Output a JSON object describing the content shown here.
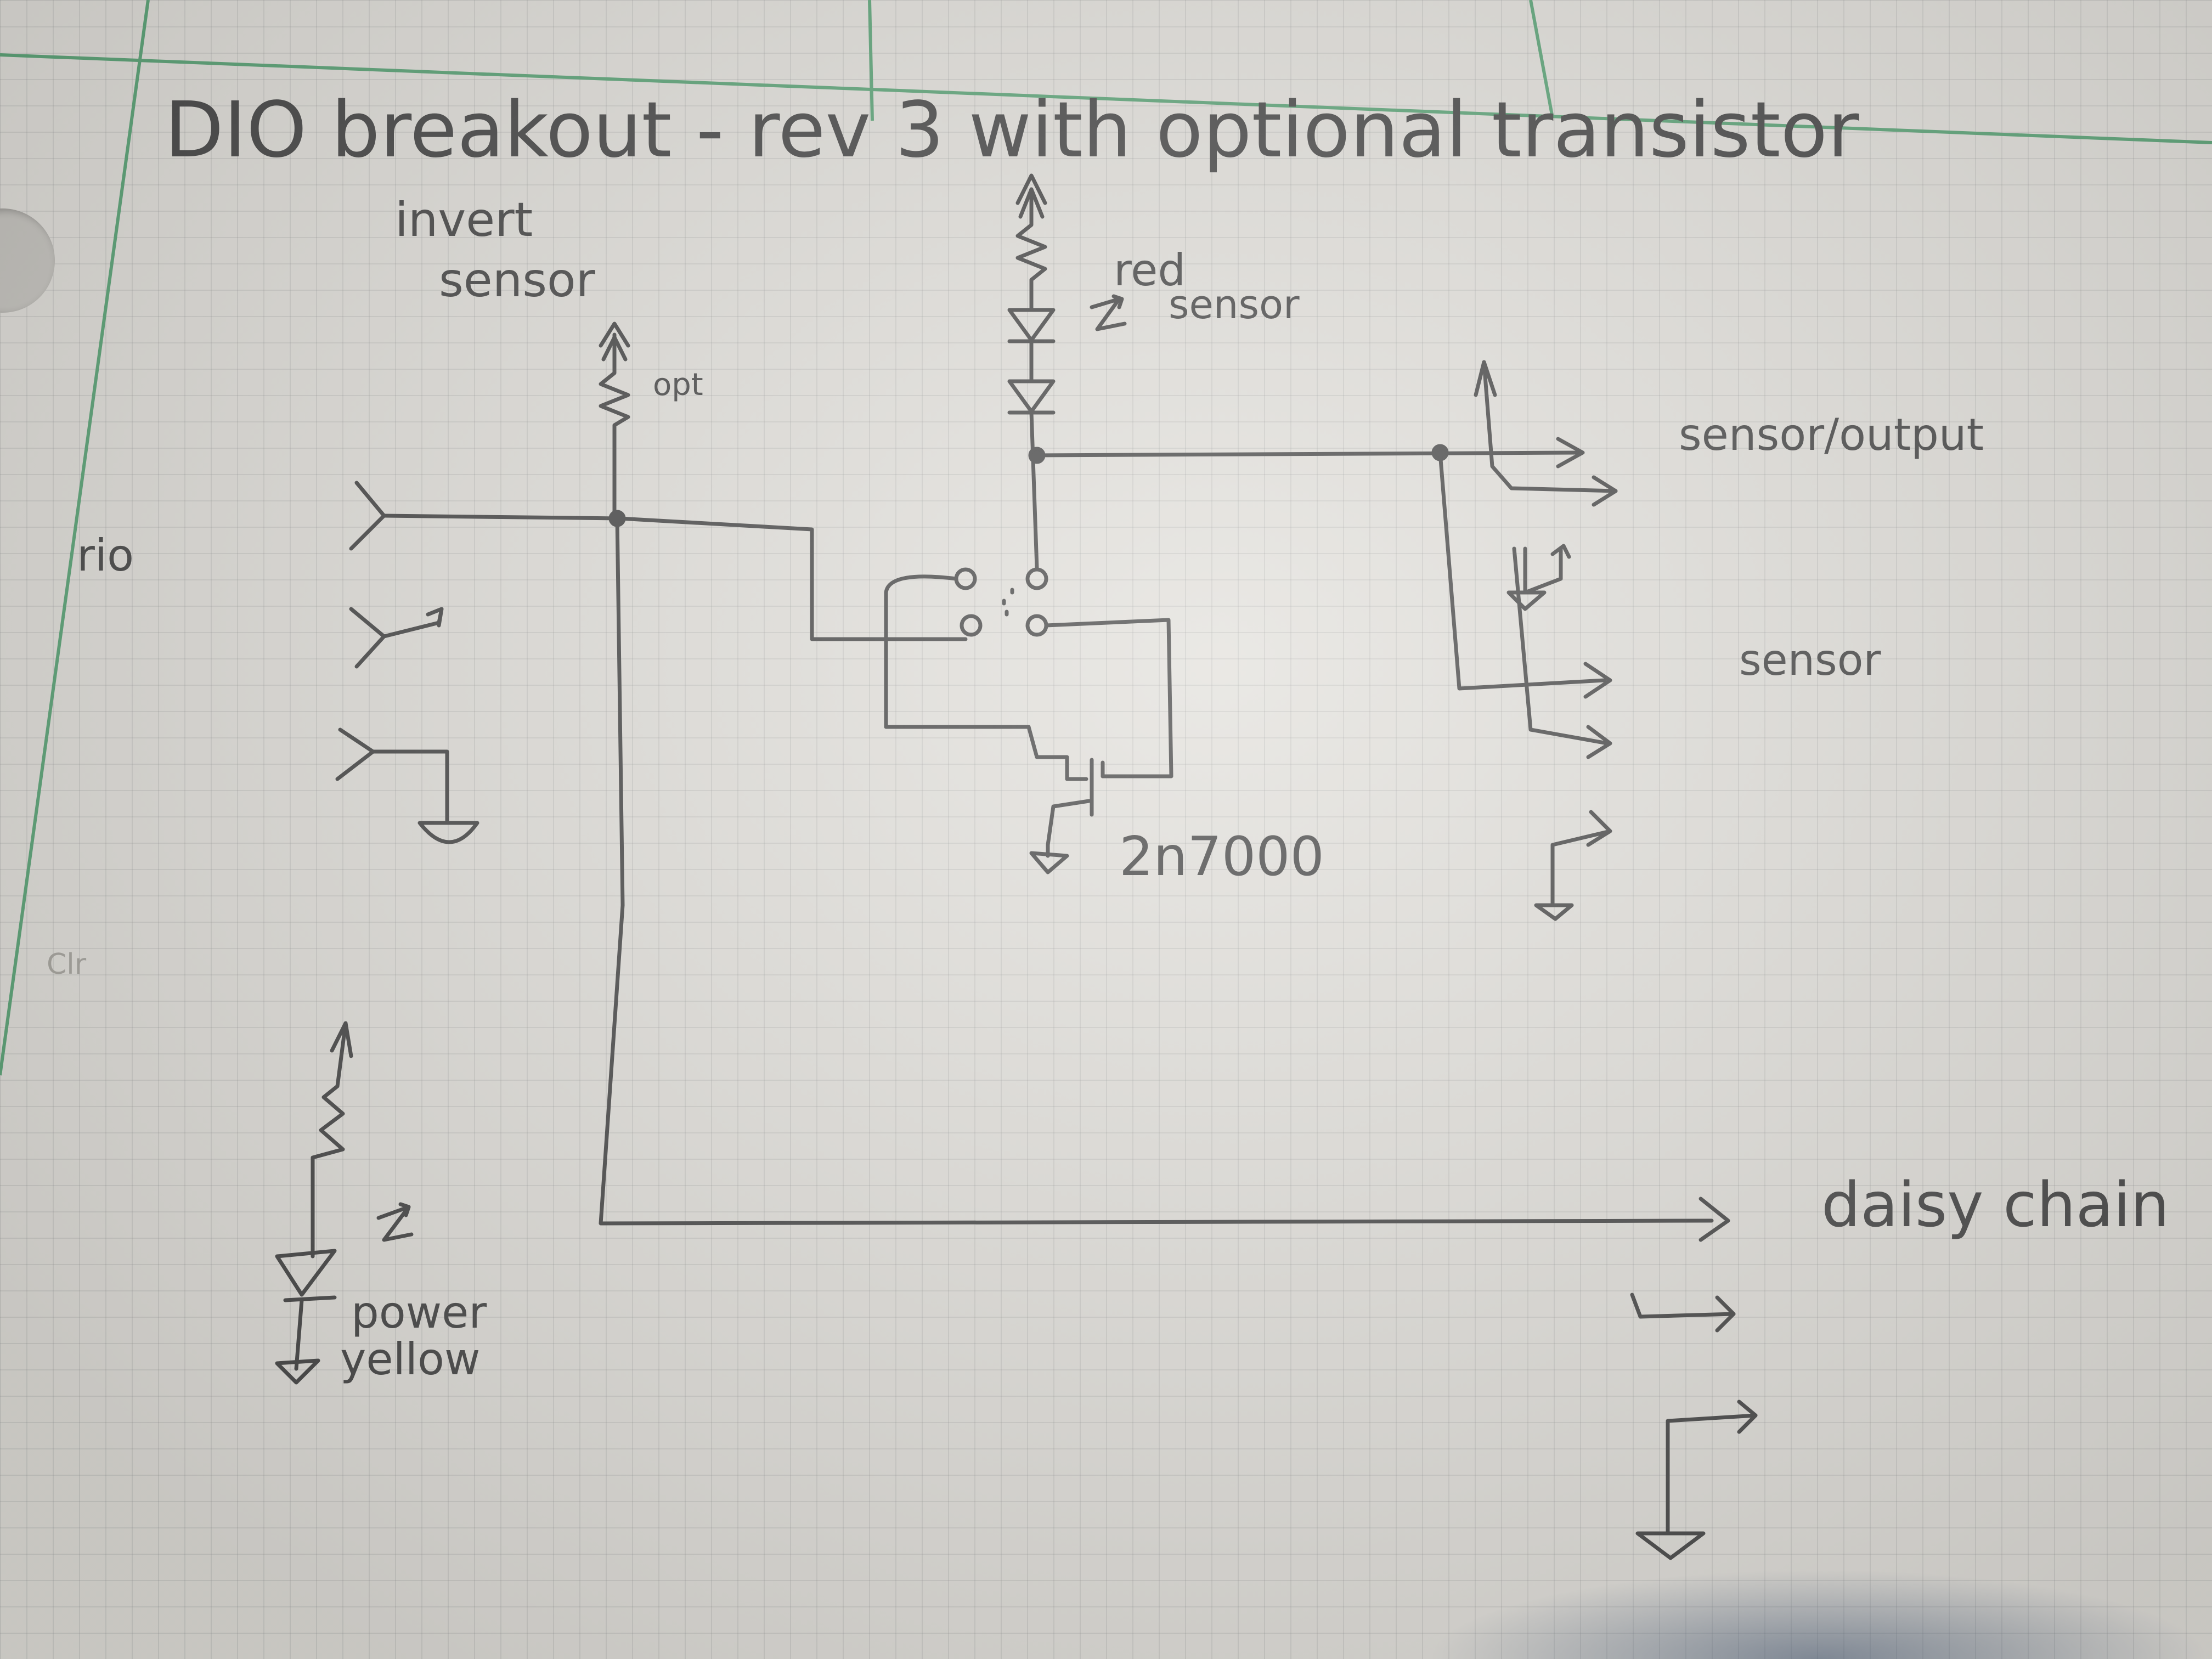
{
  "title": "DIO breakout - rev 3 with optional transistor",
  "labels": {
    "invert_sensor": [
      "invert",
      "sensor"
    ],
    "opt": "opt",
    "red_sensor": [
      "red",
      "sensor"
    ],
    "rio": "rio",
    "clr": "Clr",
    "sensor_out": "sensor/output",
    "sensor": "sensor",
    "transistor": "2n7000",
    "power_yellow": [
      "power",
      "yellow"
    ],
    "daisy_chain": "daisy chain"
  },
  "colors": {
    "ink": "#4a4a4a",
    "margin_line": "#5fa67a",
    "paper": "#e3e1dc",
    "grid": "#9a9a9a"
  }
}
